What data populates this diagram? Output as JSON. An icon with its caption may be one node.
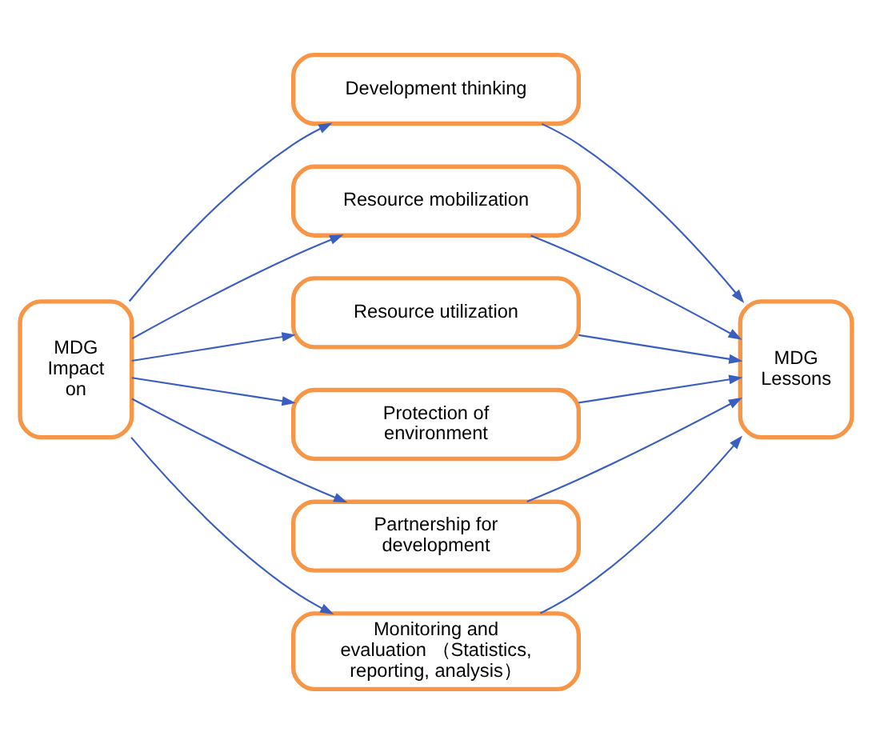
{
  "diagram": {
    "nodes": [
      {
        "text": [
          "MDG Impact on"
        ]
      },
      {
        "text": [
          "Development thinking"
        ]
      },
      {
        "text": [
          "Resource mobilization"
        ]
      },
      {
        "text": [
          "Resource utilization"
        ]
      },
      {
        "text": [
          "Protection of environment"
        ]
      },
      {
        "text": [
          "Partnership for development"
        ]
      },
      {
        "text": [
          "Monitoring and evaluation （Statistics, reporting, analysis）"
        ]
      },
      {
        "text": [
          "MDG Lessons"
        ]
      }
    ],
    "edges": [
      {
        "from": 0,
        "to": 1,
        "arrow": "to"
      },
      {
        "from": 0,
        "to": 2,
        "arrow": "to"
      },
      {
        "from": 0,
        "to": 3,
        "arrow": "to"
      },
      {
        "from": 0,
        "to": 4,
        "arrow": "to"
      },
      {
        "from": 0,
        "to": 5,
        "arrow": "to"
      },
      {
        "from": 0,
        "to": 6,
        "arrow": "to"
      },
      {
        "from": 1,
        "to": 7,
        "arrow": "to"
      },
      {
        "from": 2,
        "to": 7,
        "arrow": "to"
      },
      {
        "from": 3,
        "to": 7,
        "arrow": "to"
      },
      {
        "from": 4,
        "to": 7,
        "arrow": "to"
      },
      {
        "from": 5,
        "to": 7,
        "arrow": "to"
      },
      {
        "from": 6,
        "to": 7,
        "arrow": "to"
      }
    ]
  }
}
